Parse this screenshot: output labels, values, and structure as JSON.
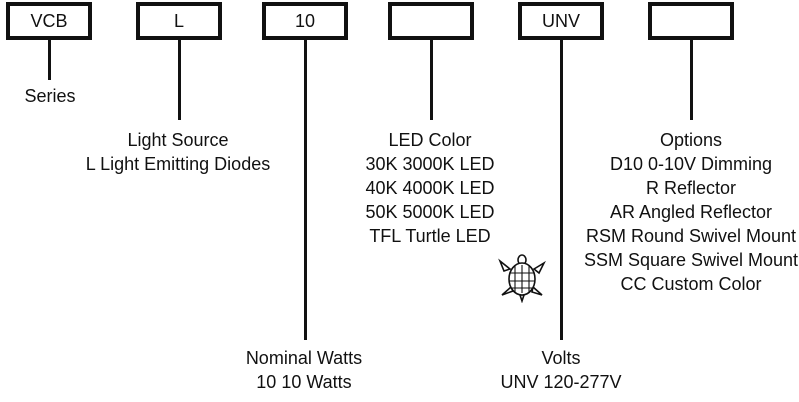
{
  "boxes": {
    "series": "VCB",
    "light_source": "L",
    "watts": "10",
    "led_color": "",
    "volts": "UNV",
    "options": ""
  },
  "series": {
    "label": "Series"
  },
  "light_source": {
    "title": "Light Source",
    "items": [
      "L Light Emitting Diodes"
    ]
  },
  "nominal_watts": {
    "title": "Nominal Watts",
    "items": [
      "10 10 Watts"
    ]
  },
  "led_color": {
    "title": "LED Color",
    "items": [
      "30K 3000K LED",
      "40K 4000K LED",
      "50K 5000K LED",
      "TFL Turtle LED"
    ]
  },
  "volts": {
    "title": "Volts",
    "items": [
      "UNV 120-277V"
    ]
  },
  "options": {
    "title": "Options",
    "items": [
      "D10 0-10V Dimming",
      "R Reflector",
      "AR Angled Reflector",
      "RSM Round Swivel Mount",
      "SSM Square Swivel Mount",
      "CC Custom Color"
    ]
  },
  "icons": {
    "turtle": "turtle-icon"
  }
}
